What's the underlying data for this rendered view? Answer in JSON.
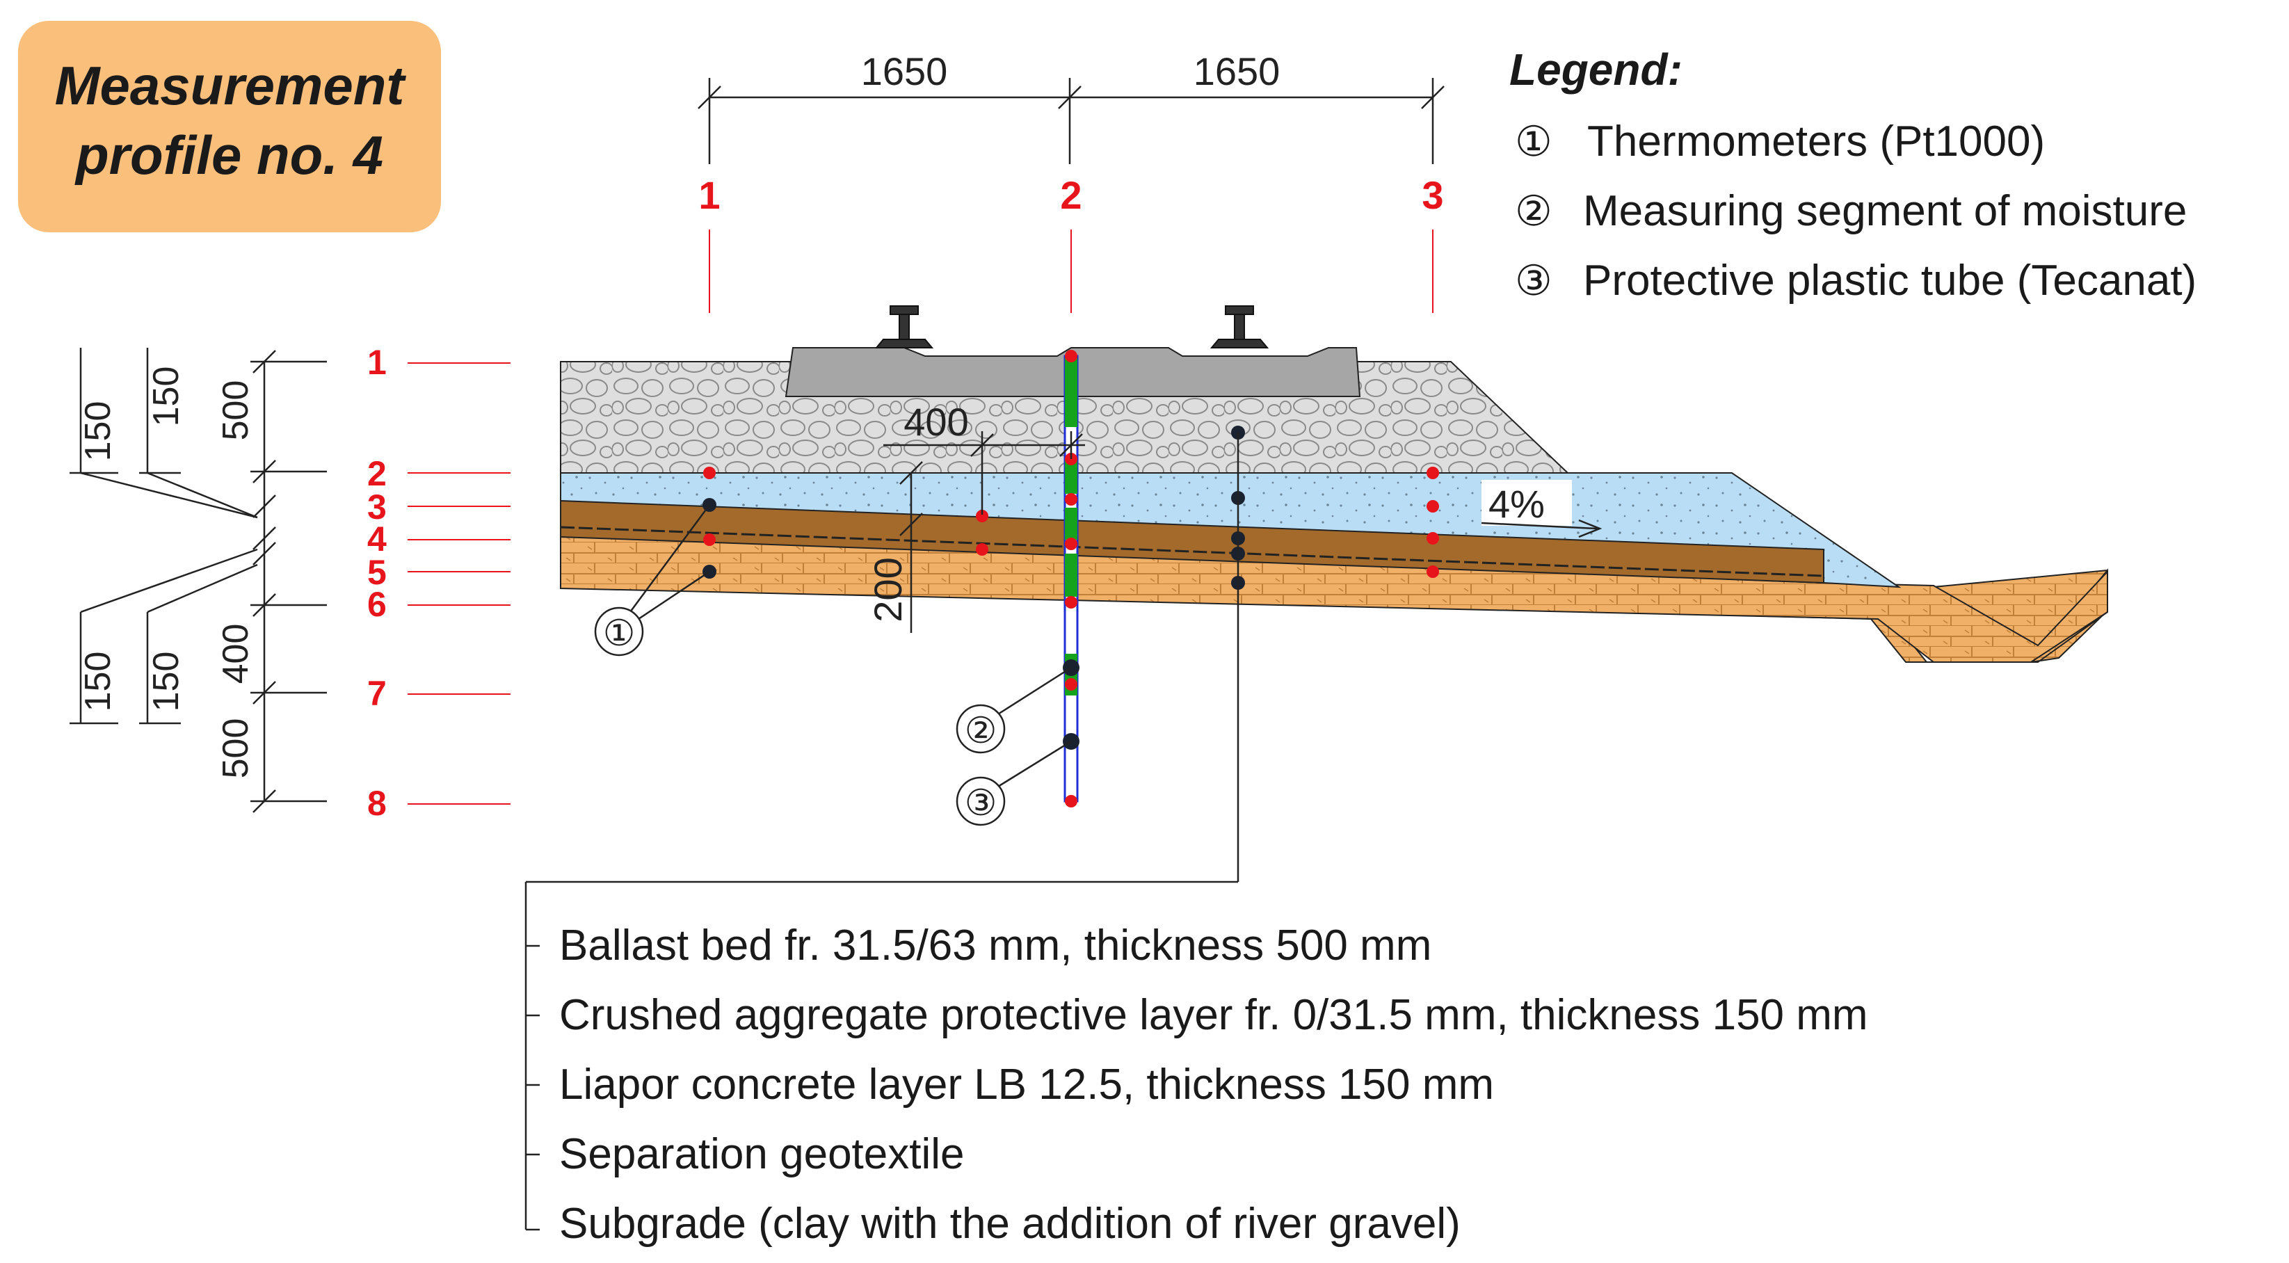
{
  "title": {
    "line1": "Measurement",
    "line2": "profile no. 4"
  },
  "legend": {
    "heading": "Legend:",
    "items": [
      {
        "marker": "①",
        "text": "Thermometers (Pt1000)"
      },
      {
        "marker": "②",
        "text": "Measuring segment of moisture"
      },
      {
        "marker": "③",
        "text": "Protective plastic tube (Tecanat)"
      }
    ]
  },
  "top_dimensions": [
    "1650",
    "1650"
  ],
  "column_labels": [
    "1",
    "2",
    "3"
  ],
  "depth_labels": [
    "1",
    "2",
    "3",
    "4",
    "5",
    "6",
    "7",
    "8"
  ],
  "left_dimensions": {
    "upper_outer": "150",
    "upper_middle": "150",
    "upper_inner": "500",
    "lower_outer": "150",
    "lower_middle": "150",
    "lower_inner_a": "400",
    "lower_inner_b": "500"
  },
  "inner_dimensions": {
    "horizontal": "400",
    "vertical": "200"
  },
  "slope": "4%",
  "callouts": [
    "①",
    "②",
    "③"
  ],
  "layers": [
    "Ballast bed fr. 31.5/63 mm, thickness 500 mm",
    "Crushed aggregate protective layer fr. 0/31.5 mm, thickness 150 mm",
    "Liapor concrete layer LB 12.5, thickness 150 mm",
    "Separation geotextile",
    "Subgrade (clay with the addition of river gravel)"
  ],
  "colors": {
    "title_box": "#fbbf7c",
    "ballast": "#dedede",
    "protective_layer": "#b9ddf5",
    "liapor": "#a36a2b",
    "subgrade": "#f0b068",
    "sleeper": "#a6a6a6",
    "red_marker": "#e8141b",
    "green_segment": "#15a31d",
    "tube_blue": "#1f2fd6",
    "dark_marker": "#1a2230"
  }
}
